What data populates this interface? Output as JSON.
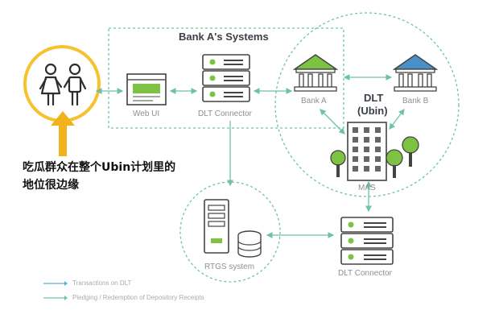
{
  "systems_title": "Bank A's Systems",
  "labels": {
    "web_ui": "Web UI",
    "dlt_connector_top": "DLT Connector",
    "bank_a": "Bank A",
    "bank_b": "Bank B",
    "dlt_line1": "DLT",
    "dlt_line2": "(Ubin)",
    "mas": "MAS",
    "rtgs": "RTGS system",
    "dlt_connector_bottom": "DLT Connector"
  },
  "annotation": {
    "line1": "吃瓜群众在整个Ubin计划里的",
    "line2": "地位很边缘"
  },
  "legend": [
    {
      "text": "Transactions on DLT",
      "color": "#5bb0d8"
    },
    {
      "text": "Pledging / Redemption of Depository Receipts",
      "color": "#6cc3a8"
    }
  ],
  "colors": {
    "accent_green": "#7dc243",
    "accent_blue": "#4a90c8",
    "connector_teal": "#6cc3a8",
    "circle_yellow": "#f7c12f",
    "arrow_yellow": "#f2b21c"
  }
}
